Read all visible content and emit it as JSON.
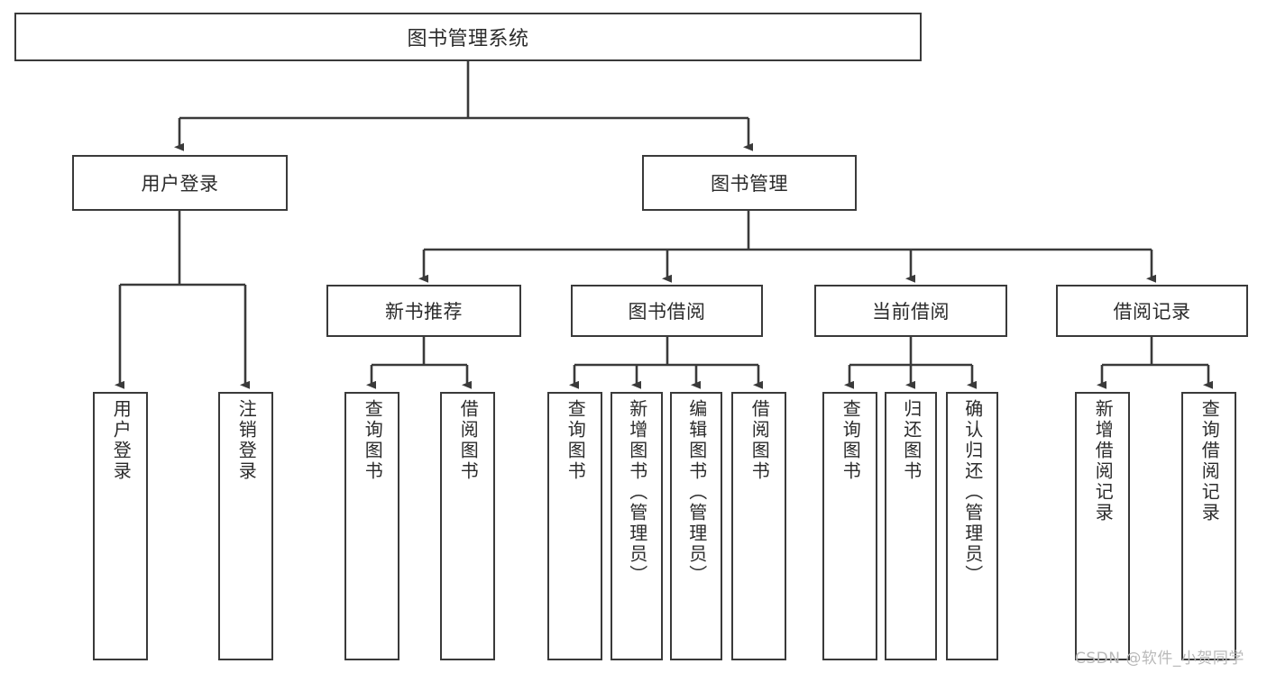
{
  "diagram": {
    "title": "图书管理系统",
    "type": "tree",
    "root": {
      "label": "图书管理系统"
    },
    "level2": [
      {
        "label": "用户登录"
      },
      {
        "label": "图书管理"
      }
    ],
    "level3": [
      {
        "label": "新书推荐"
      },
      {
        "label": "图书借阅"
      },
      {
        "label": "当前借阅"
      },
      {
        "label": "借阅记录"
      }
    ],
    "leaves": {
      "user_login": [
        {
          "label": "用户登录"
        },
        {
          "label": "注销登录"
        }
      ],
      "new_book_recommend": [
        {
          "label": "查询图书"
        },
        {
          "label": "借阅图书"
        }
      ],
      "book_borrow": [
        {
          "label": "查询图书"
        },
        {
          "label": "新增图书（管理员）"
        },
        {
          "label": "编辑图书（管理员）"
        },
        {
          "label": "借阅图书"
        }
      ],
      "current_borrow": [
        {
          "label": "查询图书"
        },
        {
          "label": "归还图书"
        },
        {
          "label": "确认归还（管理员）"
        }
      ],
      "borrow_record": [
        {
          "label": "新增借阅记录"
        },
        {
          "label": "查询借阅记录"
        }
      ]
    }
  },
  "colors": {
    "stroke": "#3a3a3a",
    "text": "#2b2b2b",
    "background": "#ffffff",
    "watermark": "#b9b9b9"
  },
  "watermark": {
    "text": "CSDN @软件_小贺同学"
  }
}
